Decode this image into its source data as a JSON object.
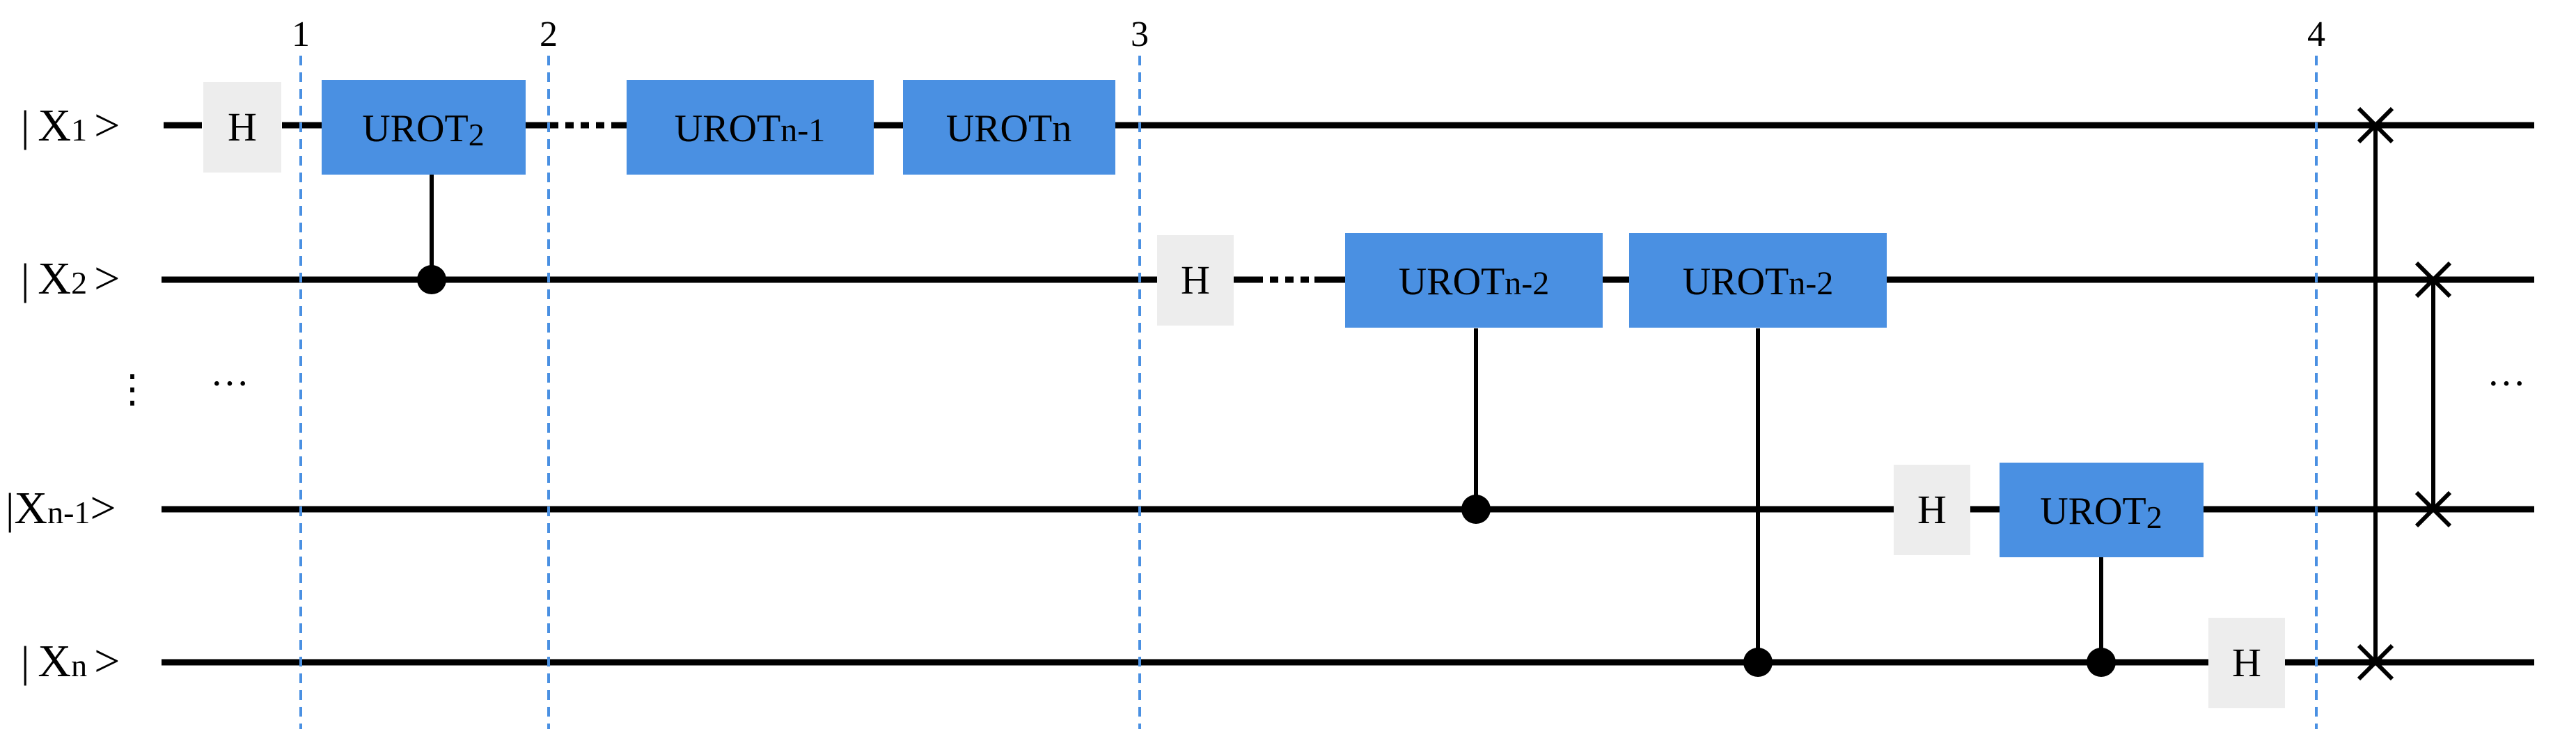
{
  "colors": {
    "wire": "#000000",
    "urot_gate": "#4a90e2",
    "h_gate": "#ededed",
    "barrier": "#4a90e2",
    "text": "#000000",
    "urot_text": "#000000"
  },
  "qubits": [
    {
      "ket": "X",
      "sub": "1"
    },
    {
      "ket": "X",
      "sub": "2"
    },
    {
      "ket": "X",
      "sub": "n-1"
    },
    {
      "ket": "X",
      "sub": "n"
    }
  ],
  "ellipsis": {
    "vertical": "⋮",
    "horizontal": "···"
  },
  "barriers": [
    "1",
    "2",
    "3",
    "4"
  ],
  "gates": {
    "h": "H",
    "urot2": {
      "main": "UROT",
      "sub": "2"
    },
    "urot_n_minus_1": {
      "main": "UROT",
      "sub": "n-1"
    },
    "urot_n": {
      "main": "UROT",
      "sub": "n"
    },
    "urot_n_minus_2": {
      "main": "UROT",
      "sub": "n-2"
    }
  }
}
